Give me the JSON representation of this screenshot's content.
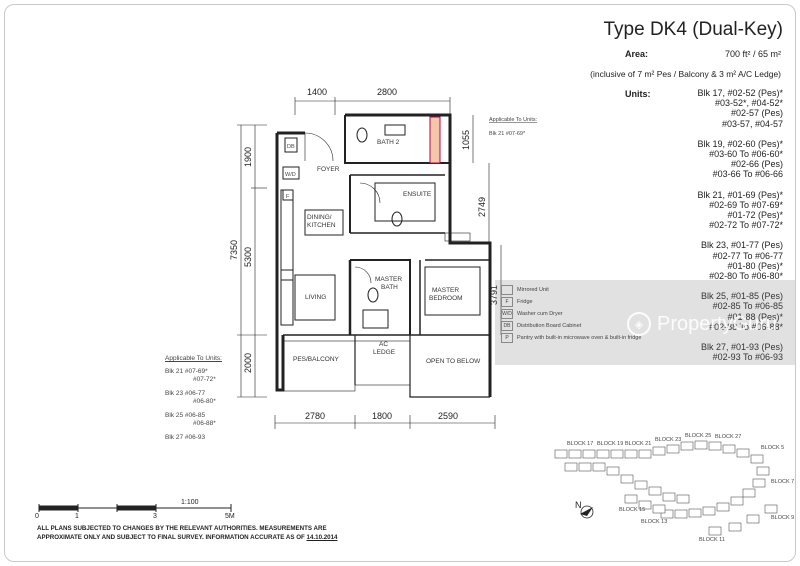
{
  "title": "Type DK4 (Dual-Key)",
  "area": {
    "label": "Area:",
    "value": "700 ft² / 65 m²",
    "note": "(inclusive of 7 m² Pes / Balcony & 3 m² A/C Ledge)"
  },
  "units": {
    "label": "Units:",
    "groups": [
      [
        "Blk 17,   #02-52 (Pes)*",
        "#03-52*, #04-52*",
        "#02-57 (Pes)",
        "#03-57, #04-57"
      ],
      [
        "Blk 19,   #02-60 (Pes)*",
        "#03-60 To #06-60*",
        "#02-66 (Pes)",
        "#03-66 To #06-66"
      ],
      [
        "Blk 21,   #01-69 (Pes)*",
        "#02-69 To #07-69*",
        "#01-72 (Pes)*",
        "#02-72 To #07-72*"
      ],
      [
        "Blk 23,   #01-77 (Pes)",
        "#02-77 To #06-77",
        "#01-80 (Pes)*",
        "#02-80 To #06-80*"
      ],
      [
        "Blk 25, #01-85 (Pes)",
        "#02-85 To #06-85",
        "#01-88 (Pes)*",
        "#02-88 To #06-88*"
      ],
      [
        "Blk 27,   #01-93 (Pes)",
        "#02-93 To #06-93"
      ]
    ]
  },
  "plan": {
    "dims": {
      "top1": "1400",
      "top2": "2800",
      "left_outer": "7350",
      "left_a": "1900",
      "left_b": "5300",
      "left_c": "2000",
      "right_a": "1055",
      "right_b": "2749",
      "right_c": "3791",
      "bottom1": "2780",
      "bottom2": "1800",
      "bottom3": "2590"
    },
    "rooms": {
      "bath2": "BATH 2",
      "foyer": "FOYER",
      "ensuite": "ENSUITE",
      "dining1": "DINING/",
      "dining2": "KITCHEN",
      "living": "LIVING",
      "master_bath1": "MASTER",
      "master_bath2": "BATH",
      "master_bed1": "MASTER",
      "master_bed2": "BEDROOM",
      "pes": "PES/BALCONY",
      "ac1": "AC",
      "ac2": "LEDGE",
      "open": "OPEN TO BELOW",
      "db": "DB",
      "wd": "W/D",
      "f": "F"
    },
    "applicable_top": {
      "heading": "Applicable To Units:",
      "line": "Blk 21 #07-69*"
    }
  },
  "applicable_left": {
    "heading": "Applicable To Units:",
    "groups": [
      [
        "Blk 21 #07-69*",
        "#07-72*"
      ],
      [
        "Blk 23 #06-77",
        "#06-80*"
      ],
      [
        "Blk 25 #06-85",
        "#06-88*"
      ],
      [
        "Blk 27 #06-93"
      ]
    ]
  },
  "legend": [
    {
      "sym": "",
      "label": "Mirrored Unit"
    },
    {
      "sym": "F",
      "label": "Fridge"
    },
    {
      "sym": "W/D",
      "label": "Washer cum Dryer"
    },
    {
      "sym": "DB",
      "label": "Distribution Board Cabinet"
    },
    {
      "sym": "P",
      "label": "Pantry with built-in microwave oven & built-in fridge"
    }
  ],
  "scale": {
    "t0": "0",
    "t1": "1",
    "t3": "3",
    "t5": "5M",
    "ratio": "1:100"
  },
  "site_blocks": [
    "BLOCK 17",
    "BLOCK 19",
    "BLOCK 21",
    "BLOCK 23",
    "BLOCK 25",
    "BLOCK 27",
    "BLOCK 5",
    "BLOCK 7",
    "BLOCK 9",
    "BLOCK 11",
    "BLOCK 13",
    "BLOCK 15"
  ],
  "north": "N",
  "footer": {
    "line1": "ALL PLANS SUBJECTED TO CHANGES BY THE RELEVANT AUTHORITIES. MEASUREMENTS ARE",
    "line2": "APPROXIMATE ONLY AND SUBJECT TO FINAL SURVEY. INFORMATION ACCURATE AS OF",
    "date": "14.10.2014"
  },
  "watermark": "PropertyGuru"
}
